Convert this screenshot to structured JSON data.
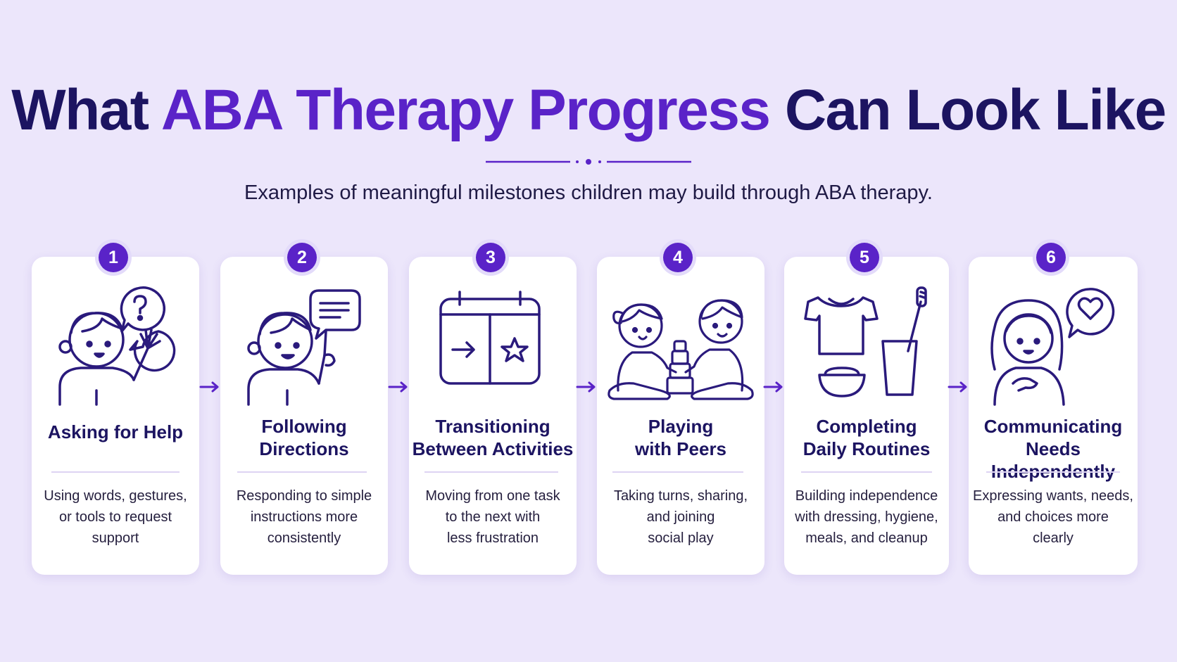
{
  "header": {
    "title_part1": "What ",
    "title_accent": "ABA Therapy Progress",
    "title_part2": " Can Look Like",
    "subtitle": "Examples of meaningful milestones children may build through ABA therapy."
  },
  "colors": {
    "background": "#ece6fb",
    "accent": "#5a23c8",
    "title_dark": "#1c1461",
    "card": "#ffffff"
  },
  "milestones": [
    {
      "number": "1",
      "title_lines": [
        "Asking for Help"
      ],
      "description_lines": [
        "Using words, gestures,",
        "or tools to request",
        "support"
      ],
      "icon": "child-raising-hand-question-bubble-icon"
    },
    {
      "number": "2",
      "title_lines": [
        "Following",
        "Directions"
      ],
      "description_lines": [
        "Responding to simple",
        "instructions more",
        "consistently"
      ],
      "icon": "child-pointing-speech-bubble-icon"
    },
    {
      "number": "3",
      "title_lines": [
        "Transitioning",
        "Between Activities"
      ],
      "description_lines": [
        "Moving from one task",
        "to the next with",
        "less frustration"
      ],
      "icon": "calendar-arrow-star-icon"
    },
    {
      "number": "4",
      "title_lines": [
        "Playing",
        "with Peers"
      ],
      "description_lines": [
        "Taking turns, sharing,",
        "and joining",
        "social play"
      ],
      "icon": "two-children-stacking-blocks-icon"
    },
    {
      "number": "5",
      "title_lines": [
        "Completing",
        "Daily Routines"
      ],
      "description_lines": [
        "Building independence",
        "with dressing, hygiene,",
        "meals, and cleanup"
      ],
      "icon": "shirt-bowl-toothbrush-cup-icon"
    },
    {
      "number": "6",
      "title_lines": [
        "Communicating",
        "Needs Independently"
      ],
      "description_lines": [
        "Expressing wants, needs,",
        "and choices more",
        "clearly"
      ],
      "icon": "girl-heart-speech-bubble-icon"
    }
  ]
}
